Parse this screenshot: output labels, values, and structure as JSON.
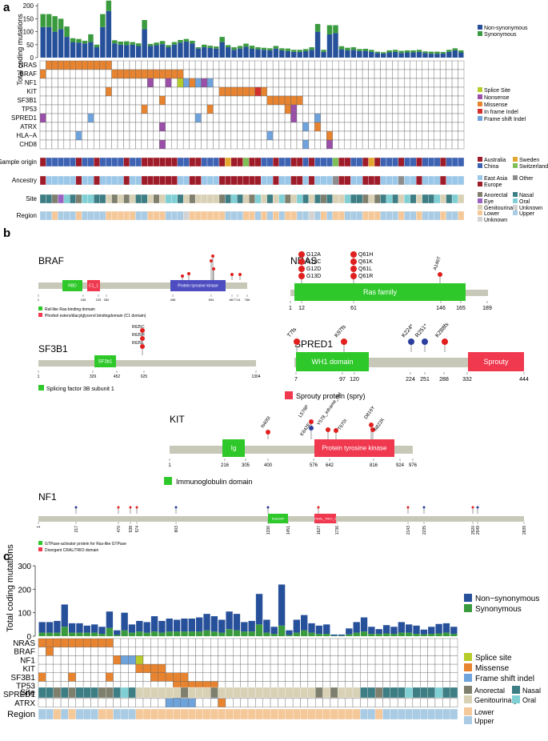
{
  "panel_labels": {
    "a": "a",
    "b": "b",
    "c": "c"
  },
  "colors": {
    "nonsyn": "#27509b",
    "syn": "#3a9a3e",
    "splice": "#b7cc29",
    "nonsense": "#9a4fa8",
    "missense": "#e8842f",
    "inframe": "#d32f2f",
    "frameshift": "#6fa3dc",
    "australia": "#9e1c2a",
    "china": "#3f63b3",
    "sweden": "#e3a72f",
    "switzerland": "#7fbf5a",
    "eastasia": "#9bc7e8",
    "europe": "#9e1c2a",
    "other": "#8c8c8c",
    "anorectal": "#7f7f6e",
    "nasal": "#3d7d84",
    "eye": "#9a62c1",
    "oral": "#7fcfd4",
    "genitourinary": "#d9d1b5",
    "unknown": "#d3d3d3",
    "lower": "#f5c89a",
    "upper": "#a9cbe3",
    "domain_green": "#2ec82a",
    "domain_red": "#f0384f",
    "backbone": "#c8c8b8",
    "lollipop_red": "#e0201f",
    "lollipop_blue": "#2c3f9e"
  },
  "panel_a": {
    "ylabel": "Total coding mutations",
    "yticks": [
      "0",
      "50",
      "100",
      "150",
      "200"
    ],
    "ymax": 200,
    "legend_muts": [
      "Non-synonymous",
      "Synonymous"
    ],
    "genes": [
      "NRAS",
      "BRAF",
      "NF1",
      "KIT",
      "SF3B1",
      "TP53",
      "SPRED1",
      "ATRX",
      "HLA−A",
      "CHD8"
    ],
    "mutation_legend": [
      "Splice Site",
      "Nonsense",
      "Missense",
      "In frame Indel",
      "Frame shift Indel"
    ],
    "track_labels": [
      "Sample origin",
      "Ancestry",
      "Site",
      "Region"
    ],
    "origin_legend": [
      "Australia",
      "Sweden",
      "China",
      "Switzerland"
    ],
    "ancestry_legend": [
      "East Asia",
      "Other",
      "Europe"
    ],
    "site_legend": [
      "Anorectal",
      "Nasal",
      "Eye",
      "Oral",
      "Genitourinary",
      "Unknown"
    ],
    "region_legend": [
      "Lower",
      "Upper",
      "Unknown"
    ]
  },
  "chart_data": [
    {
      "type": "bar",
      "panel": "a",
      "ylabel": "Total coding mutations",
      "ylim": [
        0,
        210
      ],
      "series": [
        {
          "name": "Non-synonymous",
          "values": [
            118,
            118,
            100,
            110,
            80,
            60,
            58,
            55,
            60,
            40,
            118,
            180,
            55,
            50,
            48,
            50,
            45,
            110,
            45,
            48,
            52,
            40,
            50,
            58,
            62,
            55,
            35,
            40,
            38,
            35,
            60,
            40,
            30,
            35,
            42,
            34,
            32,
            30,
            28,
            35,
            28,
            25,
            22,
            22,
            25,
            30,
            100,
            22,
            90,
            95,
            32,
            28,
            30,
            25,
            26,
            22,
            18,
            16,
            20,
            22,
            18,
            20,
            20,
            22,
            18,
            15,
            15,
            16,
            22,
            28,
            20
          ]
        },
        {
          "name": "Synonymous",
          "values": [
            50,
            50,
            60,
            40,
            40,
            15,
            14,
            10,
            30,
            10,
            50,
            40,
            12,
            12,
            15,
            10,
            10,
            35,
            8,
            10,
            12,
            8,
            10,
            10,
            10,
            10,
            5,
            10,
            8,
            8,
            20,
            8,
            10,
            10,
            12,
            12,
            8,
            8,
            8,
            10,
            8,
            10,
            8,
            8,
            8,
            10,
            30,
            8,
            35,
            30,
            12,
            10,
            10,
            8,
            8,
            8,
            5,
            5,
            8,
            8,
            8,
            8,
            8,
            8,
            6,
            8,
            8,
            6,
            8,
            8,
            8
          ]
        }
      ]
    },
    {
      "type": "bar",
      "panel": "c",
      "ylabel": "Total coding mutations",
      "ylim": [
        0,
        300
      ],
      "yticks": [
        0,
        100,
        200,
        300
      ],
      "series": [
        {
          "name": "Non-synonymous",
          "values": [
            45,
            45,
            50,
            95,
            40,
            40,
            30,
            35,
            30,
            70,
            20,
            75,
            35,
            45,
            45,
            65,
            50,
            55,
            50,
            55,
            55,
            60,
            70,
            65,
            55,
            75,
            70,
            40,
            45,
            130,
            55,
            30,
            175,
            20,
            55,
            65,
            40,
            35,
            40,
            5,
            5,
            25,
            45,
            60,
            30,
            20,
            35,
            30,
            45,
            35,
            35,
            20,
            30,
            40,
            40,
            30
          ]
        },
        {
          "name": "Synonymous",
          "values": [
            15,
            15,
            15,
            40,
            15,
            15,
            15,
            15,
            10,
            35,
            5,
            25,
            15,
            20,
            15,
            20,
            15,
            20,
            20,
            20,
            20,
            20,
            25,
            20,
            15,
            30,
            25,
            20,
            20,
            50,
            15,
            10,
            45,
            5,
            15,
            25,
            15,
            10,
            10,
            2,
            2,
            8,
            15,
            20,
            10,
            10,
            12,
            10,
            15,
            15,
            10,
            8,
            10,
            12,
            15,
            10
          ]
        }
      ]
    }
  ],
  "panel_b": {
    "braf": {
      "name": "BRAF",
      "domains": [
        "RBD",
        "C1_1",
        "Protein tyrosine kinase"
      ],
      "ticks": [
        "1",
        "156",
        "225",
        "282",
        "458",
        "594",
        "667",
        "714",
        "766"
      ],
      "legend": [
        "Raf-like Ras-binding domain",
        "Phorbol esters/diacylglycerol bindingdomain (C1 domain)"
      ]
    },
    "nras": {
      "name": "NRAS",
      "domain": "Ras family",
      "muts": [
        "G12A",
        "G12C",
        "G12D",
        "G13D",
        "Q61H",
        "Q61K",
        "Q61L",
        "Q61R",
        "A146T"
      ],
      "ticks": [
        "1",
        "12",
        "61",
        "146",
        "165",
        "189"
      ]
    },
    "sf3b1": {
      "name": "SF3B1",
      "domain": "SF3b1",
      "muts": [
        "R625C",
        "R625H",
        "R625L"
      ],
      "ticks": [
        "1",
        "329",
        "452",
        "625",
        "1304"
      ],
      "legend": [
        "Splicing factor 3B subunit 1"
      ]
    },
    "spred1": {
      "name": "SPRED1",
      "domains": [
        "WH1 domain",
        "Sprouty"
      ],
      "muts": [
        "T7fs",
        "K97fs",
        "K224*",
        "R251*",
        "K288fs"
      ],
      "ticks": [
        "7",
        "97",
        "120",
        "224",
        "251",
        "288",
        "332",
        "444"
      ],
      "legend": [
        "Sprouty protein (spry)"
      ]
    },
    "kit": {
      "name": "KIT",
      "domains": [
        "Ig",
        "Protein tyrosine kinase"
      ],
      "muts": [
        "N400I",
        "L576P",
        "K642E",
        "Y578_inframe_del",
        "T670I",
        "D816Y",
        "N822K"
      ],
      "ticks": [
        "1",
        "216",
        "305",
        "400",
        "576",
        "642",
        "816",
        "924",
        "976"
      ],
      "legend": [
        "Immunoglobulin domain"
      ]
    },
    "nf1": {
      "name": "NF1",
      "domains": [
        "RasGAP",
        "CRAL_TRIO_2"
      ],
      "ticks": [
        "1",
        "217",
        "470",
        "538",
        "574",
        "803",
        "1336",
        "1451",
        "1627",
        "1736",
        "2143",
        "2235",
        "2520",
        "2549",
        "2839"
      ],
      "legend": [
        "GTPase-activator protein for Ras-like GTPase",
        "Divergent CRAL/TRIO domain"
      ]
    }
  },
  "panel_c": {
    "ylabel": "Total coding mutations",
    "yticks": [
      "0",
      "100",
      "200",
      "300"
    ],
    "legend_muts": [
      "Non−synonymous",
      "Synonymous"
    ],
    "genes": [
      "NRAS",
      "BRAF",
      "NF1",
      "KIT",
      "SF3B1",
      "TP53",
      "SPRED1",
      "ATRX"
    ],
    "mutation_legend": [
      "Splice site",
      "Missense",
      "Frame shift indel"
    ],
    "track_labels": [
      "Site",
      "Region"
    ],
    "site_legend": [
      "Anorectal",
      "Nasal",
      "Genitourinary",
      "Oral"
    ],
    "region_legend": [
      "Lower",
      "Upper"
    ]
  }
}
